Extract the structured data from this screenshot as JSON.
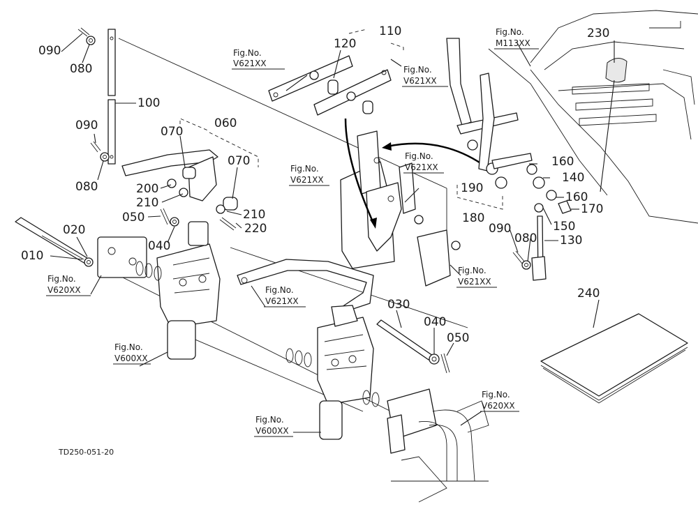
{
  "diagram": {
    "drawing_code": "TD250-051-20",
    "part_numbers": [
      {
        "id": "p090a",
        "label": "090"
      },
      {
        "id": "p080a",
        "label": "080"
      },
      {
        "id": "p100",
        "label": "100"
      },
      {
        "id": "p090b",
        "label": "090"
      },
      {
        "id": "p080b",
        "label": "080"
      },
      {
        "id": "p070a",
        "label": "070"
      },
      {
        "id": "p060",
        "label": "060"
      },
      {
        "id": "p070b",
        "label": "070"
      },
      {
        "id": "p200",
        "label": "200"
      },
      {
        "id": "p210a",
        "label": "210"
      },
      {
        "id": "p210b",
        "label": "210"
      },
      {
        "id": "p050a",
        "label": "050"
      },
      {
        "id": "p220",
        "label": "220"
      },
      {
        "id": "p040a",
        "label": "040"
      },
      {
        "id": "p020",
        "label": "020"
      },
      {
        "id": "p010",
        "label": "010"
      },
      {
        "id": "p110",
        "label": "110"
      },
      {
        "id": "p120",
        "label": "120"
      },
      {
        "id": "p230",
        "label": "230"
      },
      {
        "id": "p160a",
        "label": "160"
      },
      {
        "id": "p140",
        "label": "140"
      },
      {
        "id": "p160b",
        "label": "160"
      },
      {
        "id": "p170",
        "label": "170"
      },
      {
        "id": "p150",
        "label": "150"
      },
      {
        "id": "p130",
        "label": "130"
      },
      {
        "id": "p190",
        "label": "190"
      },
      {
        "id": "p180",
        "label": "180"
      },
      {
        "id": "p090c",
        "label": "090"
      },
      {
        "id": "p080c",
        "label": "080"
      },
      {
        "id": "p240",
        "label": "240"
      },
      {
        "id": "p030",
        "label": "030"
      },
      {
        "id": "p040b",
        "label": "040"
      },
      {
        "id": "p050b",
        "label": "050"
      }
    ],
    "figure_refs": [
      {
        "id": "r1",
        "line1": "Fig.No.",
        "line2": "V621XX"
      },
      {
        "id": "r2",
        "line1": "Fig.No.",
        "line2": "V621XX"
      },
      {
        "id": "r3",
        "line1": "Fig.No.",
        "line2": "M113XX"
      },
      {
        "id": "r4",
        "line1": "Fig.No.",
        "line2": "V621XX"
      },
      {
        "id": "r5",
        "line1": "Fig.No.",
        "line2": "V621XX"
      },
      {
        "id": "r6",
        "line1": "Fig.No.",
        "line2": "V620XX"
      },
      {
        "id": "r7",
        "line1": "Fig.No.",
        "line2": "V621XX"
      },
      {
        "id": "r8",
        "line1": "Fig.No.",
        "line2": "V621XX"
      },
      {
        "id": "r9",
        "line1": "Fig.No.",
        "line2": "V600XX"
      },
      {
        "id": "r10",
        "line1": "Fig.No.",
        "line2": "V600XX"
      },
      {
        "id": "r11",
        "line1": "Fig.No.",
        "line2": "V620XX"
      }
    ]
  }
}
